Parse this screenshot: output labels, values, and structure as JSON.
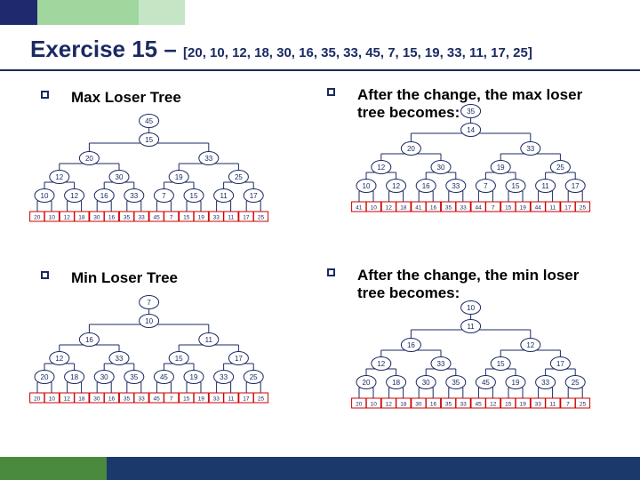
{
  "slide": {
    "title_main": "Exercise 15 – ",
    "title_list": "[20, 10, 12, 18, 30, 16, 35, 33, 45, 7, 15, 19, 33, 11, 17, 25]"
  },
  "bullets": [
    {
      "label": "Max Loser Tree"
    },
    {
      "label": "After the change, the max loser tree becomes:"
    },
    {
      "label": "Min Loser Tree"
    },
    {
      "label": "After the change, the min loser tree becomes:"
    }
  ],
  "colors": {
    "title": "#1b2a63",
    "node_stroke": "#1b2a63",
    "leaf_stroke": "#cc0000",
    "accent_green": "#4a8a3f",
    "bar_blue": "#1b3a6b"
  },
  "figures": [
    {
      "name": "max-loser-tree",
      "root": "45",
      "level2": [
        "15"
      ],
      "level3": [
        "20",
        "33"
      ],
      "level4": [
        "12",
        "30",
        "19",
        "25"
      ],
      "level5": [
        "10",
        "12",
        "16",
        "33",
        "7",
        "15",
        "11",
        "17"
      ],
      "players": [
        "20",
        "10",
        "12",
        "18",
        "30",
        "16",
        "35",
        "33",
        "45",
        "7",
        "15",
        "19",
        "33",
        "11",
        "17",
        "25"
      ]
    },
    {
      "name": "max-loser-tree-after-change",
      "root": "35",
      "level2": [
        "14"
      ],
      "level3": [
        "20",
        "33"
      ],
      "level4": [
        "12",
        "30",
        "19",
        "25"
      ],
      "level5": [
        "10",
        "12",
        "16",
        "33",
        "7",
        "15",
        "11",
        "17"
      ],
      "players": [
        "41",
        "10",
        "12",
        "18",
        "41",
        "16",
        "35",
        "33",
        "44",
        "7",
        "15",
        "19",
        "44",
        "11",
        "17",
        "25"
      ]
    },
    {
      "name": "min-loser-tree",
      "root": "7",
      "level2": [
        "10"
      ],
      "level3": [
        "16",
        "11"
      ],
      "level4": [
        "12",
        "33",
        "15",
        "17"
      ],
      "level5": [
        "20",
        "18",
        "30",
        "35",
        "45",
        "19",
        "33",
        "25"
      ],
      "players": [
        "20",
        "10",
        "12",
        "18",
        "30",
        "16",
        "35",
        "33",
        "45",
        "7",
        "15",
        "19",
        "33",
        "11",
        "17",
        "25"
      ]
    },
    {
      "name": "min-loser-tree-after-change",
      "root": "10",
      "level2": [
        "11"
      ],
      "level3": [
        "16",
        "12"
      ],
      "level4": [
        "12",
        "33",
        "15",
        "17"
      ],
      "level5": [
        "20",
        "18",
        "30",
        "35",
        "45",
        "19",
        "33",
        "25"
      ],
      "players": [
        "20",
        "10",
        "12",
        "18",
        "30",
        "16",
        "35",
        "33",
        "45",
        "12",
        "15",
        "19",
        "33",
        "11",
        "7",
        "25"
      ]
    }
  ]
}
